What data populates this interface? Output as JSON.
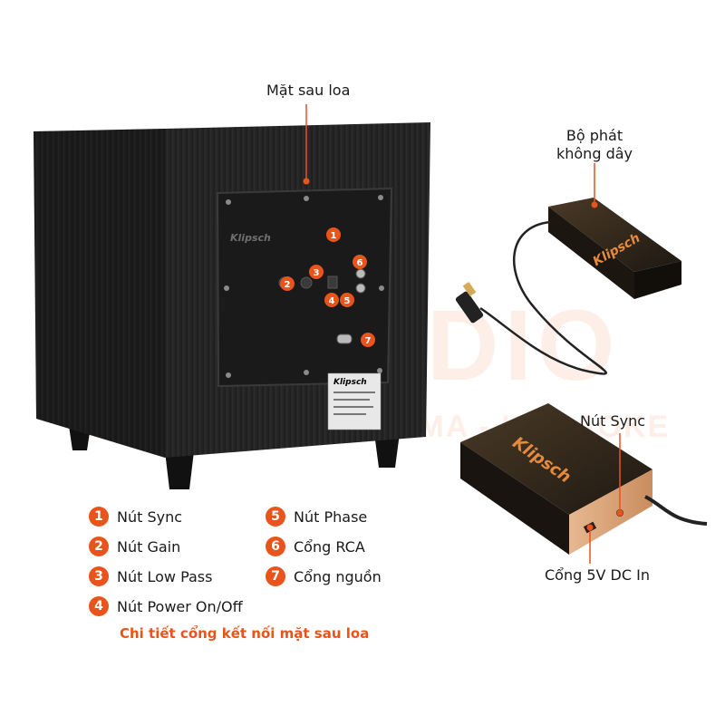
{
  "callouts": {
    "rear": "Mặt sau loa",
    "transmitter_line1": "Bộ phát",
    "transmitter_line2": "không dây",
    "sync": "Nút Sync",
    "dc_in": "Cổng 5V DC In"
  },
  "brand": "Klipsch",
  "watermark": {
    "big": "RADIO",
    "small": "AUDIO - HOME CINEMA - KARAOKE"
  },
  "legend": [
    {
      "num": "1",
      "label": "Nút Sync"
    },
    {
      "num": "2",
      "label": "Nút Gain"
    },
    {
      "num": "3",
      "label": "Nút Low Pass"
    },
    {
      "num": "4",
      "label": "Nút Power On/Off"
    },
    {
      "num": "5",
      "label": "Nút Phase"
    },
    {
      "num": "6",
      "label": "Cổng RCA"
    },
    {
      "num": "7",
      "label": "Cổng nguồn"
    }
  ],
  "caption": "Chi tiết cổng kết nối mặt sau loa",
  "colors": {
    "accent": "#e8541c",
    "cabinet": "#2a2a2a",
    "panel": "#1b1b1b",
    "transmitter_top": "#3b2e1e"
  }
}
